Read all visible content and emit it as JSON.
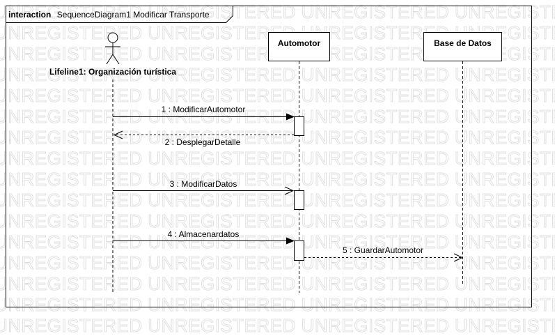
{
  "frame": {
    "keyword": "interaction",
    "name": "SequenceDiagram1 Modificar Transporte"
  },
  "watermark": {
    "text": "UNREGISTERED UNREGISTERED UNREGISTERED UNREGISTERED UNREGISTERED"
  },
  "lifelines": [
    {
      "id": "actor",
      "label": "Lifeline1: Organización turística",
      "kind": "actor"
    },
    {
      "id": "automotor",
      "label": "Automotor",
      "kind": "object"
    },
    {
      "id": "base",
      "label": "Base de Datos",
      "kind": "object"
    }
  ],
  "messages": [
    {
      "label": "1 : ModificarAutomotor",
      "style": "sync"
    },
    {
      "label": "2 : DesplegarDetalle",
      "style": "return"
    },
    {
      "label": "3 : ModificarDatos",
      "style": "async"
    },
    {
      "label": "4 : Almacenardatos",
      "style": "sync"
    },
    {
      "label": "5 : GuardarAutomotor",
      "style": "async-dashed"
    }
  ]
}
